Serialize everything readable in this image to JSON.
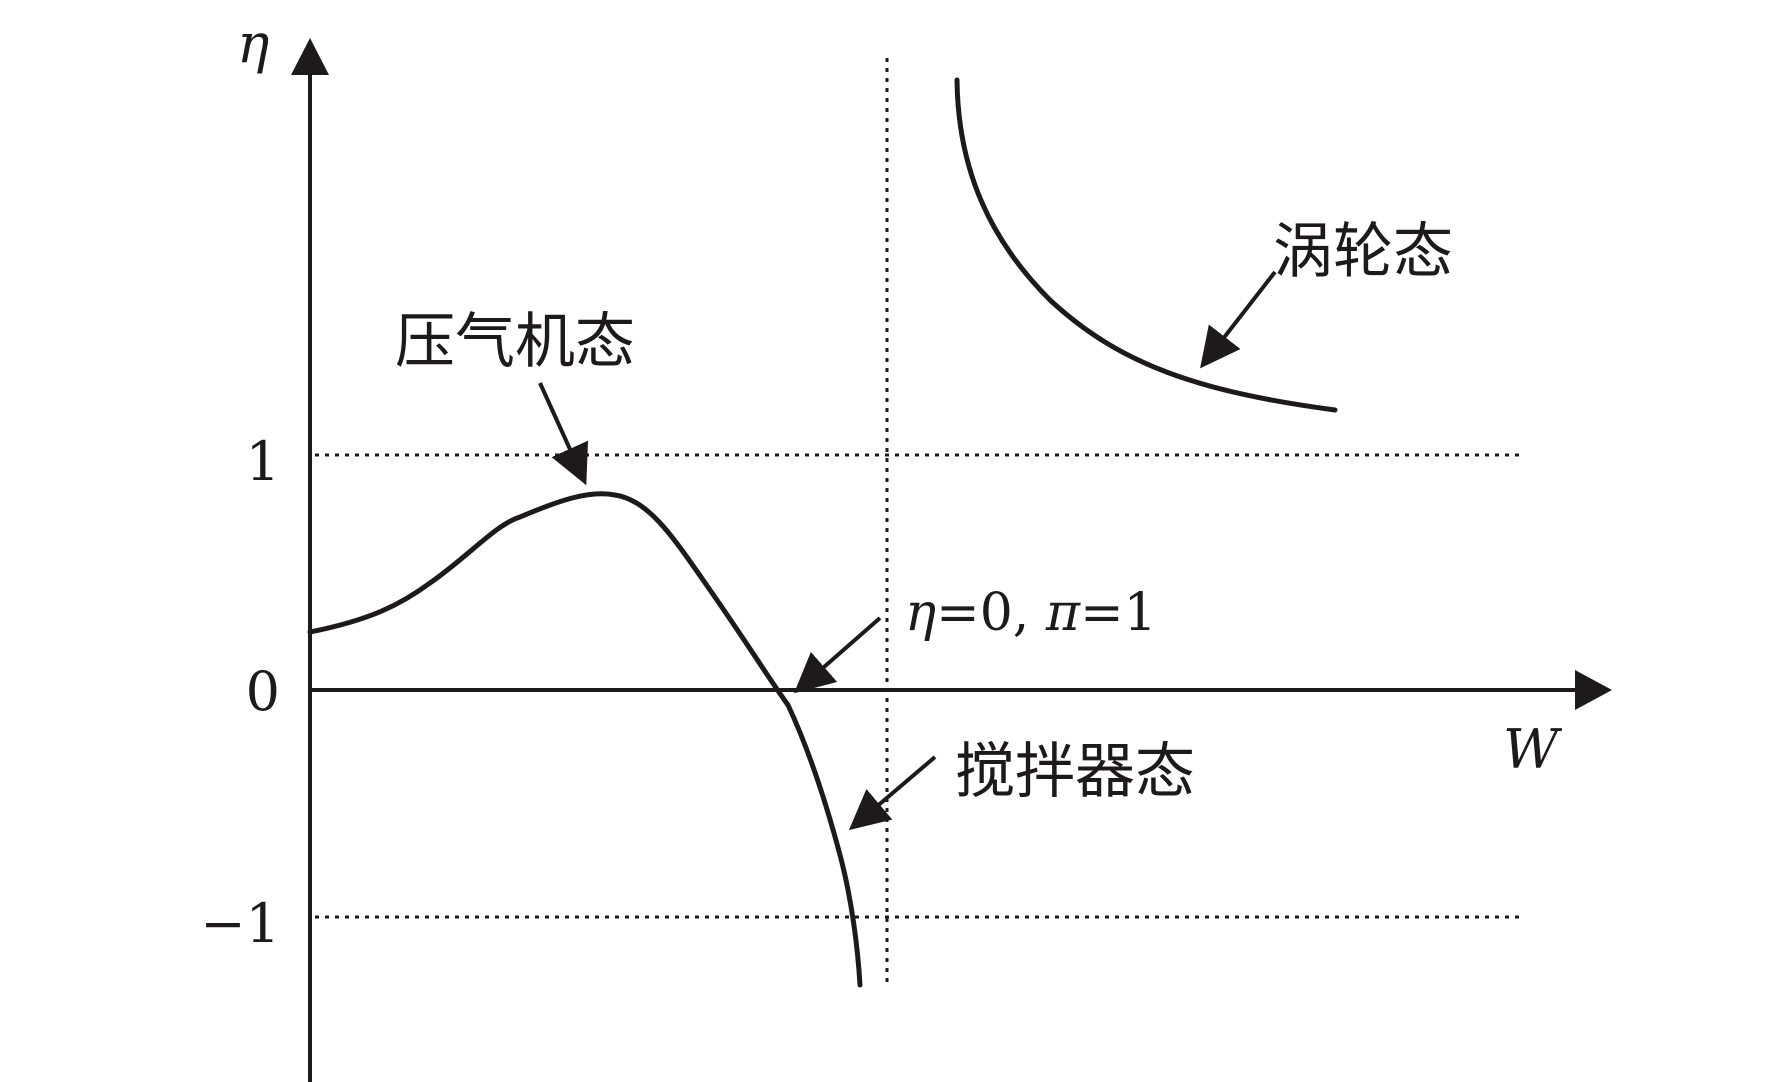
{
  "colors": {
    "ink": "#1e1a1a",
    "background": "#ffffff"
  },
  "axes": {
    "y_label": "η",
    "x_label": "W",
    "ticks": [
      {
        "label": "1",
        "value": 1
      },
      {
        "label": "0",
        "value": 0
      },
      {
        "label": "−1",
        "value": -1
      }
    ]
  },
  "annotations": {
    "compressor": "压气机态",
    "turbine": "涡轮态",
    "stirrer": "搅拌器态",
    "point_eta": "η",
    "point_eta_rest": "=0, ",
    "point_pi": "π",
    "point_pi_rest": "=1"
  }
}
